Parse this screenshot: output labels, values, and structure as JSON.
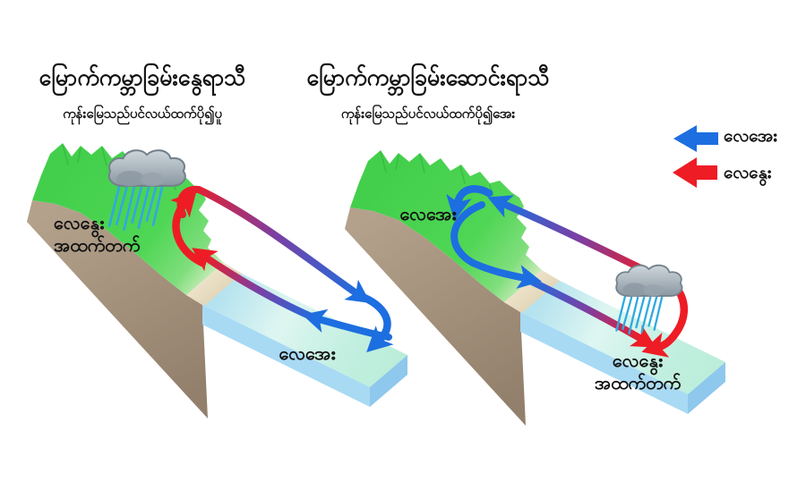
{
  "figure": {
    "type": "land-sea-breeze-diagram",
    "language": "Burmese"
  },
  "panels": [
    {
      "id": "summer",
      "title": "မြောက်ကမ္ဘာခြမ်းနွေရာသီ",
      "subtitle": "ကုန်းမြေသည်ပင်လယ်ထက်ပို၍ပူ",
      "land_label_line1": "လေနွေး",
      "land_label_line2": "အထက်တက်",
      "sea_label": "လေအေး",
      "cloud_position": "over-land",
      "surface_flow": "sea-to-land",
      "aloft_flow": "land-to-sea"
    },
    {
      "id": "winter",
      "title": "မြောက်ကမ္ဘာခြမ်းဆောင်းရာသီ",
      "subtitle": "ကုန်းမြေသည်ပင်လယ်ထက်ပို၍အေး",
      "land_label": "လေအေး",
      "sea_label_line1": "လေနွေး",
      "sea_label_line2": "အထက်တက်",
      "cloud_position": "over-sea",
      "surface_flow": "land-to-sea",
      "aloft_flow": "sea-to-land"
    }
  ],
  "legend": {
    "items": [
      {
        "label": "လေအေး",
        "color": "#1d6ee0",
        "icon": "left-block-arrow"
      },
      {
        "label": "လေနွေး",
        "color": "#ee1c25",
        "icon": "left-block-arrow"
      }
    ]
  },
  "colors": {
    "warm_air_red": "#ee1c25",
    "cool_air_blue": "#1d6ee0",
    "transition_purple": "#7b3fa3",
    "land_green": "#4bd153",
    "cliff_brown": "#a5927e",
    "sand": "#e9dcc0",
    "sea_surface": "#c9f0e3",
    "sea_face_blue": "#a8daf4",
    "cloud_gray": "#8f9ca6",
    "rain_blue": "#2fa9e0",
    "background": "#ffffff",
    "text": "#111111"
  }
}
